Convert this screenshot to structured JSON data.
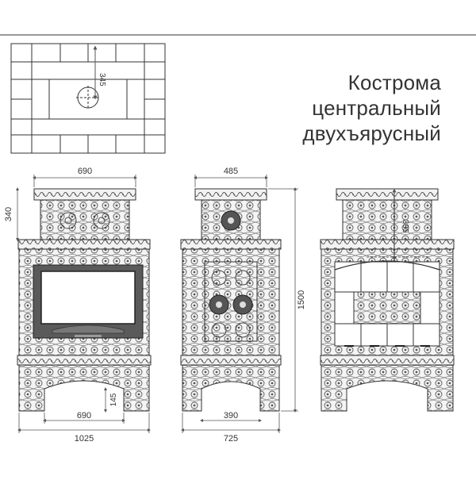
{
  "title": {
    "line1": "Кострома",
    "line2": "центральный",
    "line3": "двухъярусный"
  },
  "plan": {
    "dim_vertical": "345"
  },
  "front": {
    "dim_top_width": "690",
    "dim_top_height": "340",
    "dim_bottom_inner": "690",
    "dim_leg_height": "145",
    "dim_total_width": "1025"
  },
  "side": {
    "dim_top_width": "485",
    "dim_bottom_inner": "390",
    "dim_total_width": "725",
    "dim_total_height": "1500"
  },
  "back": {
    "dim_small": "385"
  },
  "colors": {
    "line": "#333333",
    "tile_fill": "#f4f4f4",
    "pattern": "#555555",
    "dim": "#666666"
  }
}
